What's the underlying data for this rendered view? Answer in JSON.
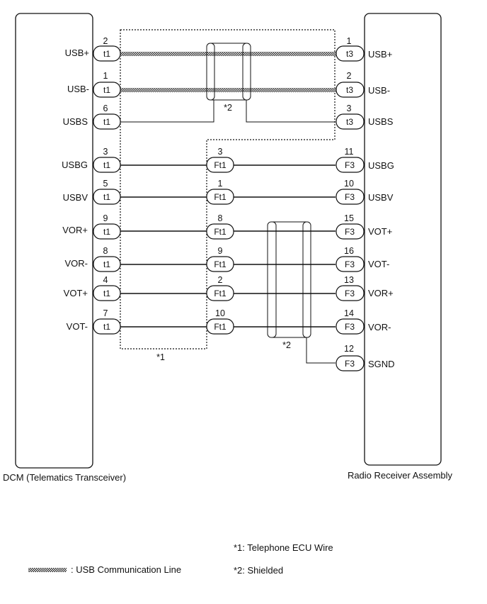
{
  "left_component": "DCM (Telematics Transceiver)",
  "right_component": "Radio Receiver Assembly",
  "shield_label": "*2",
  "wire_harness_label": "*1",
  "left_pins": [
    {
      "signal": "USB+",
      "pin": "2",
      "conn": "t1"
    },
    {
      "signal": "USB-",
      "pin": "1",
      "conn": "t1"
    },
    {
      "signal": "USBS",
      "pin": "6",
      "conn": "t1"
    },
    {
      "signal": "USBG",
      "pin": "3",
      "conn": "t1"
    },
    {
      "signal": "USBV",
      "pin": "5",
      "conn": "t1"
    },
    {
      "signal": "VOR+",
      "pin": "9",
      "conn": "t1"
    },
    {
      "signal": "VOR-",
      "pin": "8",
      "conn": "t1"
    },
    {
      "signal": "VOT+",
      "pin": "4",
      "conn": "t1"
    },
    {
      "signal": "VOT-",
      "pin": "7",
      "conn": "t1"
    }
  ],
  "mid_pins": [
    {
      "pin": "3",
      "conn": "Ft1"
    },
    {
      "pin": "1",
      "conn": "Ft1"
    },
    {
      "pin": "8",
      "conn": "Ft1"
    },
    {
      "pin": "9",
      "conn": "Ft1"
    },
    {
      "pin": "2",
      "conn": "Ft1"
    },
    {
      "pin": "10",
      "conn": "Ft1"
    }
  ],
  "right_pins": [
    {
      "signal": "USB+",
      "pin": "1",
      "conn": "t3"
    },
    {
      "signal": "USB-",
      "pin": "2",
      "conn": "t3"
    },
    {
      "signal": "USBS",
      "pin": "3",
      "conn": "t3"
    },
    {
      "signal": "USBG",
      "pin": "11",
      "conn": "F3"
    },
    {
      "signal": "USBV",
      "pin": "10",
      "conn": "F3"
    },
    {
      "signal": "VOT+",
      "pin": "15",
      "conn": "F3"
    },
    {
      "signal": "VOT-",
      "pin": "16",
      "conn": "F3"
    },
    {
      "signal": "VOR+",
      "pin": "13",
      "conn": "F3"
    },
    {
      "signal": "VOR-",
      "pin": "14",
      "conn": "F3"
    },
    {
      "signal": "SGND",
      "pin": "12",
      "conn": "F3"
    }
  ],
  "notes": {
    "note1": "*1: Telephone ECU Wire",
    "note2": "*2: Shielded",
    "legend": ": USB Communication Line"
  }
}
